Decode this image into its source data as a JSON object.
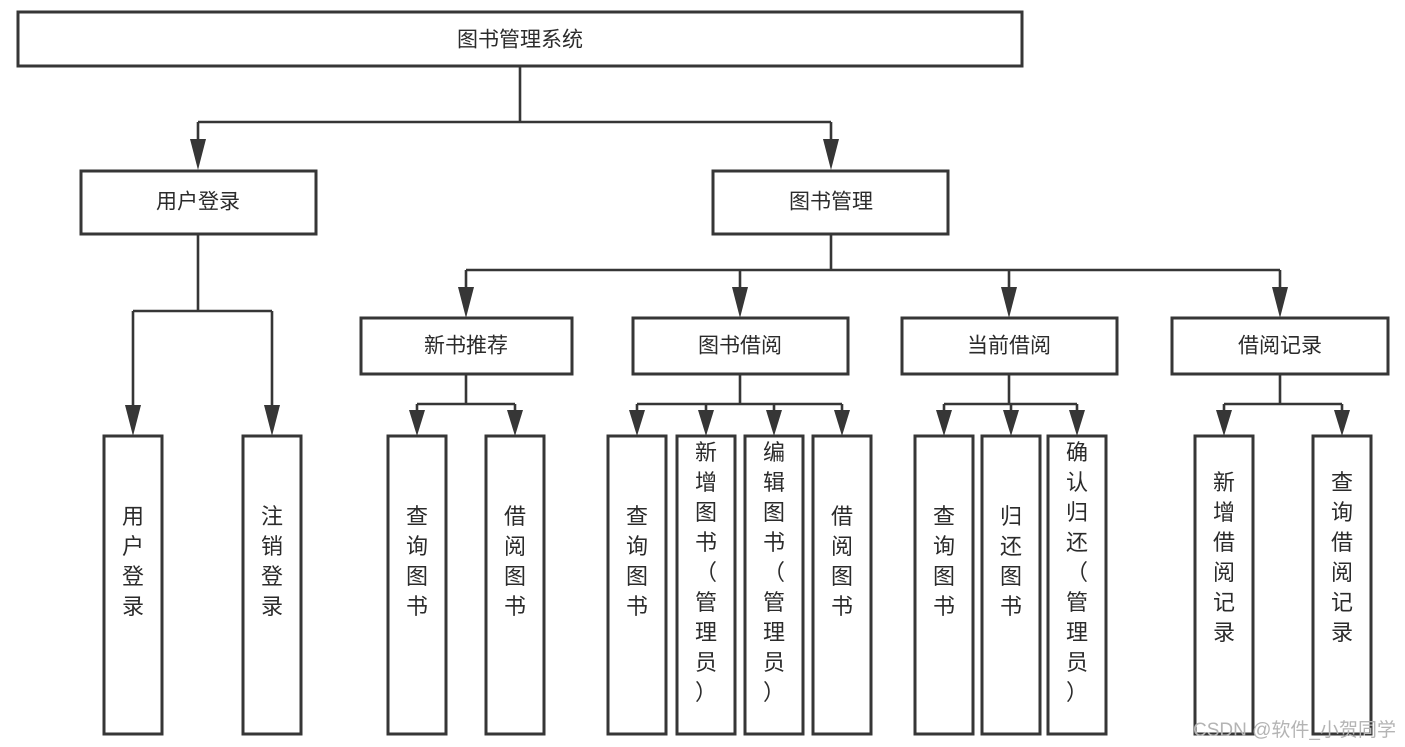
{
  "diagram": {
    "title": "图书管理系统",
    "type": "tree",
    "orientation": "top-down",
    "colors": {
      "box_stroke": "#363636",
      "box_fill": "#ffffff",
      "connector": "#363636",
      "text": "#2b2b2b",
      "background": "#ffffff",
      "watermark": "#b4b4b4"
    },
    "root": {
      "label": "图书管理系统",
      "text_direction": "horizontal"
    },
    "level2": [
      {
        "label": "用户登录",
        "text_direction": "horizontal"
      },
      {
        "label": "图书管理",
        "text_direction": "horizontal"
      }
    ],
    "level3": [
      {
        "label": "新书推荐",
        "text_direction": "horizontal",
        "parent": "图书管理"
      },
      {
        "label": "图书借阅",
        "text_direction": "horizontal",
        "parent": "图书管理"
      },
      {
        "label": "当前借阅",
        "text_direction": "horizontal",
        "parent": "图书管理"
      },
      {
        "label": "借阅记录",
        "text_direction": "horizontal",
        "parent": "图书管理"
      }
    ],
    "leaves": {
      "user_login": [
        {
          "label": "用户登录",
          "chars": [
            "用",
            "户",
            "登",
            "录"
          ]
        },
        {
          "label": "注销登录",
          "chars": [
            "注",
            "销",
            "登",
            "录"
          ]
        }
      ],
      "new_book_recommend": [
        {
          "label": "查询图书",
          "chars": [
            "查",
            "询",
            "图",
            "书"
          ]
        },
        {
          "label": "借阅图书",
          "chars": [
            "借",
            "阅",
            "图",
            "书"
          ]
        }
      ],
      "book_borrow": [
        {
          "label": "查询图书",
          "chars": [
            "查",
            "询",
            "图",
            "书"
          ]
        },
        {
          "label": "新增图书（管理员）",
          "chars": [
            "新",
            "增",
            "图",
            "书",
            "（",
            "管",
            "理",
            "员",
            "）"
          ]
        },
        {
          "label": "编辑图书（管理员）",
          "chars": [
            "编",
            "辑",
            "图",
            "书",
            "（",
            "管",
            "理",
            "员",
            "）"
          ]
        },
        {
          "label": "借阅图书",
          "chars": [
            "借",
            "阅",
            "图",
            "书"
          ]
        }
      ],
      "current_borrow": [
        {
          "label": "查询图书",
          "chars": [
            "查",
            "询",
            "图",
            "书"
          ]
        },
        {
          "label": "归还图书",
          "chars": [
            "归",
            "还",
            "图",
            "书"
          ]
        },
        {
          "label": "确认归还（管理员）",
          "chars": [
            "确",
            "认",
            "归",
            "还",
            "（",
            "管",
            "理",
            "员",
            "）"
          ]
        }
      ],
      "borrow_record": [
        {
          "label": "新增借阅记录",
          "chars": [
            "新",
            "增",
            "借",
            "阅",
            "记",
            "录"
          ]
        },
        {
          "label": "查询借阅记录",
          "chars": [
            "查",
            "询",
            "借",
            "阅",
            "记",
            "录"
          ]
        }
      ]
    }
  },
  "watermark": {
    "text": "CSDN @软件_小贺同学"
  }
}
